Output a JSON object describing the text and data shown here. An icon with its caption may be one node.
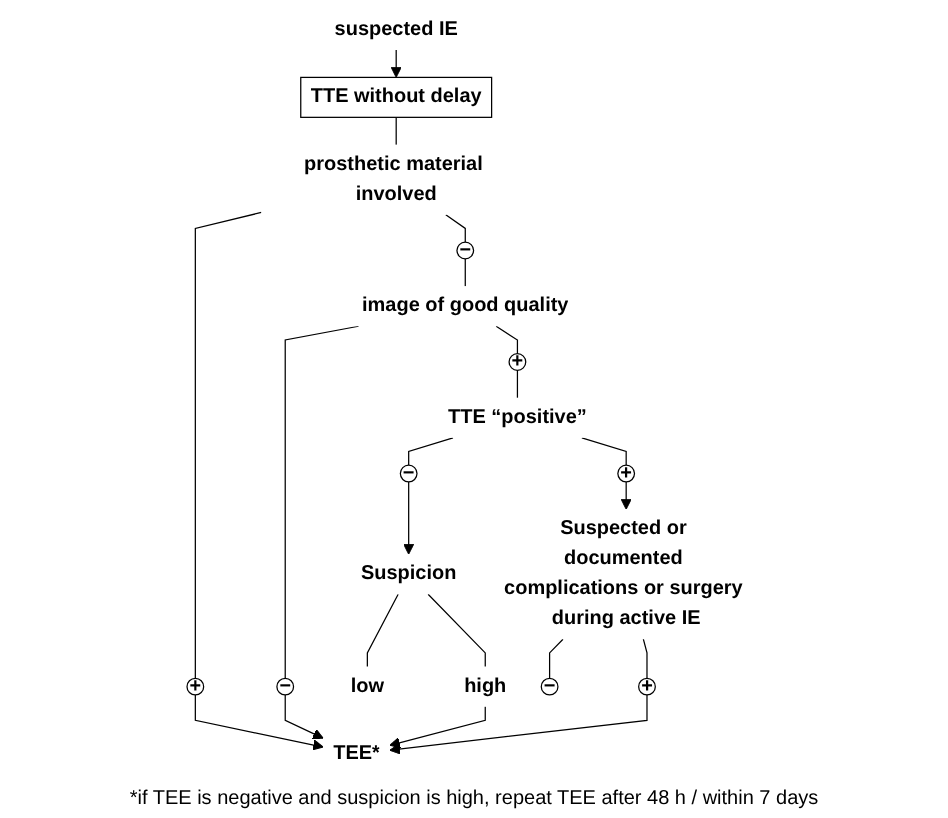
{
  "diagram": {
    "caption": "*if TEE is negative and suspicion is high, repeat TEE after 48 h / within 7 days",
    "nodes": [
      {
        "text": [
          "suspected IE"
        ]
      },
      {
        "text": [
          "TTE  without delay"
        ]
      },
      {
        "text": [
          "prosthetic material involved"
        ]
      },
      {
        "text": [
          "−"
        ]
      },
      {
        "text": [
          "+"
        ]
      },
      {
        "text": [
          "image of good quality"
        ]
      },
      {
        "text": [
          "+"
        ]
      },
      {
        "text": [
          "−"
        ]
      },
      {
        "text": [
          "TTE  “positive”"
        ]
      },
      {
        "text": [
          "+"
        ]
      },
      {
        "text": [
          "−"
        ]
      },
      {
        "text": [
          "Suspected or documented complications or surgery during active IE"
        ]
      },
      {
        "text": [
          "Suspicion"
        ]
      },
      {
        "text": [
          "low"
        ]
      },
      {
        "text": [
          "high"
        ]
      },
      {
        "text": [
          "TEE*"
        ]
      },
      {
        "text": [
          "−"
        ]
      },
      {
        "text": [
          "+"
        ]
      }
    ],
    "edges": [
      {
        "from": 0,
        "to": 1,
        "arrow": "to"
      },
      {
        "from": 1,
        "to": 2,
        "arrow": "none"
      },
      {
        "from": 2,
        "to": 3,
        "arrow": "none"
      },
      {
        "from": 2,
        "to": 4,
        "arrow": "none"
      },
      {
        "from": 4,
        "to": 15,
        "arrow": "to"
      },
      {
        "from": 3,
        "to": 5,
        "arrow": "none"
      },
      {
        "from": 5,
        "to": 6,
        "arrow": "none"
      },
      {
        "from": 5,
        "to": 7,
        "arrow": "none"
      },
      {
        "from": 7,
        "to": 15,
        "arrow": "to"
      },
      {
        "from": 6,
        "to": 8,
        "arrow": "none"
      },
      {
        "from": 8,
        "to": 9,
        "arrow": "none"
      },
      {
        "from": 8,
        "to": 10,
        "arrow": "none"
      },
      {
        "from": 9,
        "to": 11,
        "arrow": "to"
      },
      {
        "from": 10,
        "to": 12,
        "arrow": "to"
      },
      {
        "from": 12,
        "to": 13,
        "arrow": "none"
      },
      {
        "from": 12,
        "to": 14,
        "arrow": "none"
      },
      {
        "from": 14,
        "to": 15,
        "arrow": "to"
      },
      {
        "from": 11,
        "to": 16,
        "arrow": "none"
      },
      {
        "from": 11,
        "to": 17,
        "arrow": "none"
      },
      {
        "from": 17,
        "to": 15,
        "arrow": "to"
      }
    ]
  }
}
